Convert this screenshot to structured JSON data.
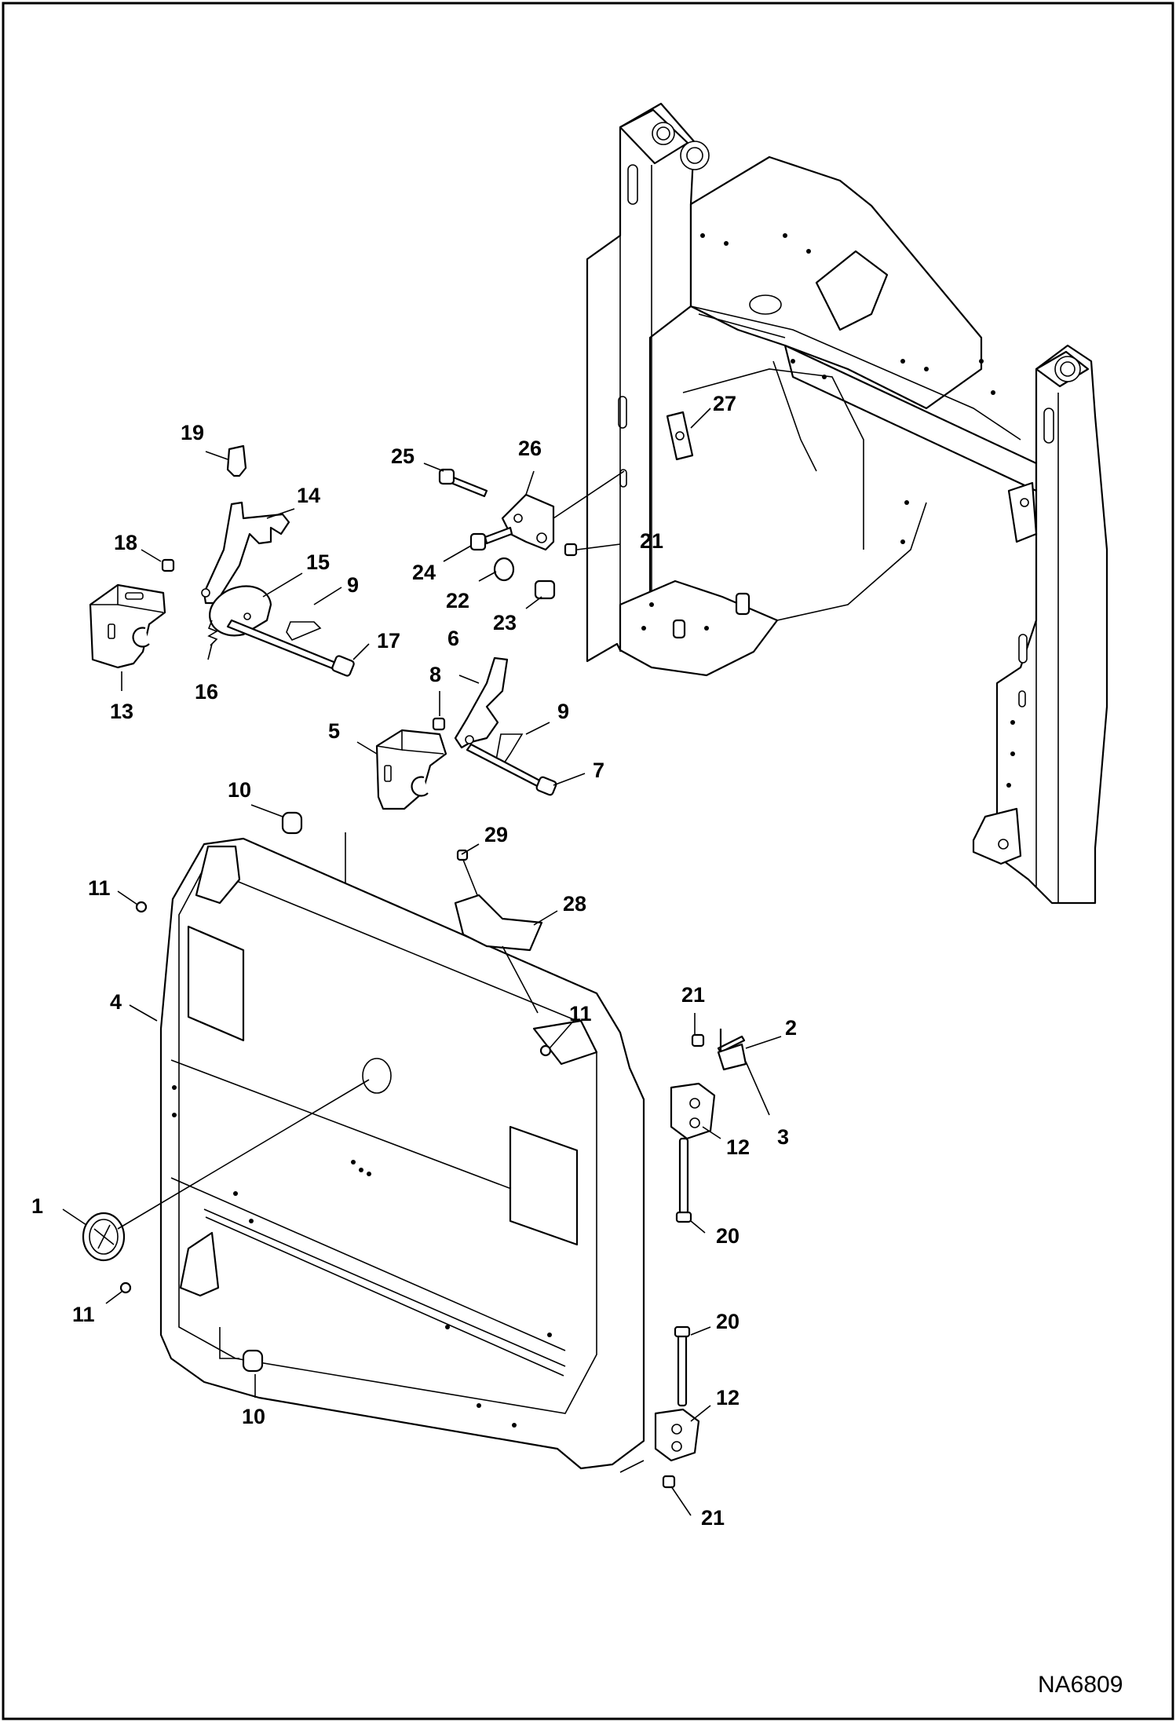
{
  "drawing_code": "NA6809",
  "callouts": [
    {
      "id": "c1",
      "label": "1"
    },
    {
      "id": "c2",
      "label": "2"
    },
    {
      "id": "c3",
      "label": "3"
    },
    {
      "id": "c4",
      "label": "4"
    },
    {
      "id": "c5",
      "label": "5"
    },
    {
      "id": "c6",
      "label": "6"
    },
    {
      "id": "c7",
      "label": "7"
    },
    {
      "id": "c8",
      "label": "8"
    },
    {
      "id": "c9a",
      "label": "9"
    },
    {
      "id": "c9b",
      "label": "9"
    },
    {
      "id": "c10a",
      "label": "10"
    },
    {
      "id": "c10b",
      "label": "10"
    },
    {
      "id": "c11a",
      "label": "11"
    },
    {
      "id": "c11b",
      "label": "11"
    },
    {
      "id": "c11c",
      "label": "11"
    },
    {
      "id": "c12a",
      "label": "12"
    },
    {
      "id": "c12b",
      "label": "12"
    },
    {
      "id": "c13",
      "label": "13"
    },
    {
      "id": "c14",
      "label": "14"
    },
    {
      "id": "c15",
      "label": "15"
    },
    {
      "id": "c16",
      "label": "16"
    },
    {
      "id": "c17",
      "label": "17"
    },
    {
      "id": "c18",
      "label": "18"
    },
    {
      "id": "c19",
      "label": "19"
    },
    {
      "id": "c20a",
      "label": "20"
    },
    {
      "id": "c20b",
      "label": "20"
    },
    {
      "id": "c21a",
      "label": "21"
    },
    {
      "id": "c21b",
      "label": "21"
    },
    {
      "id": "c21c",
      "label": "21"
    },
    {
      "id": "c22",
      "label": "22"
    },
    {
      "id": "c23",
      "label": "23"
    },
    {
      "id": "c24",
      "label": "24"
    },
    {
      "id": "c25",
      "label": "25"
    },
    {
      "id": "c26",
      "label": "26"
    },
    {
      "id": "c27",
      "label": "27"
    },
    {
      "id": "c28",
      "label": "28"
    },
    {
      "id": "c29",
      "label": "29"
    }
  ]
}
